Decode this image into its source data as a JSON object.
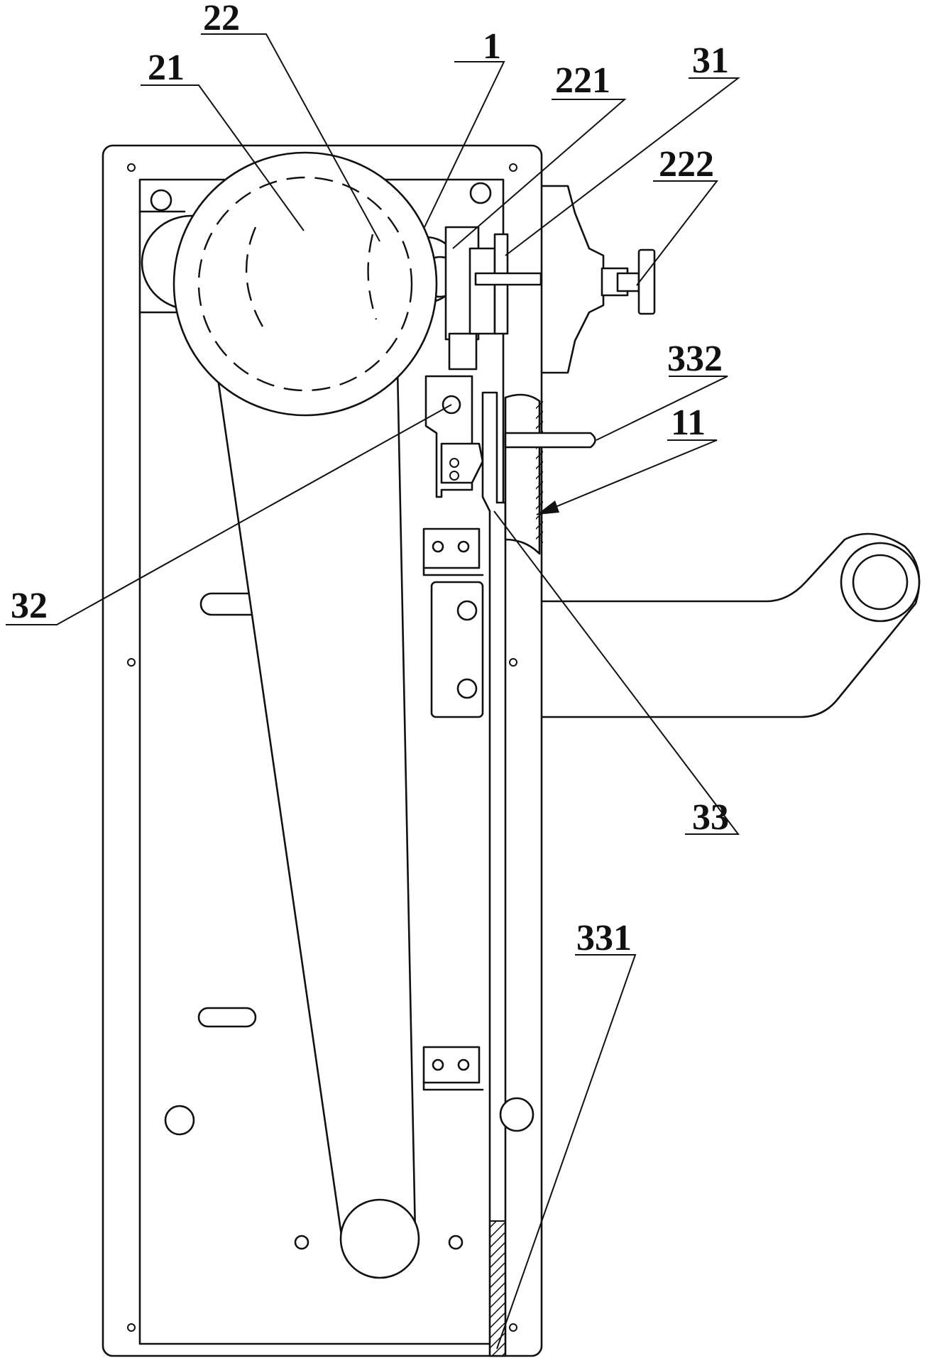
{
  "labels": {
    "frame": "1",
    "frame_slot": "11",
    "wheel_hub": "21",
    "wheel": "22",
    "wheel_bracket": "221",
    "knob": "222",
    "block": "31",
    "pivot_plate": "32",
    "slide_rod": "33",
    "rack": "331",
    "handle_pin": "332"
  },
  "colors": {
    "ink": "#111111",
    "paper": "#ffffff"
  }
}
